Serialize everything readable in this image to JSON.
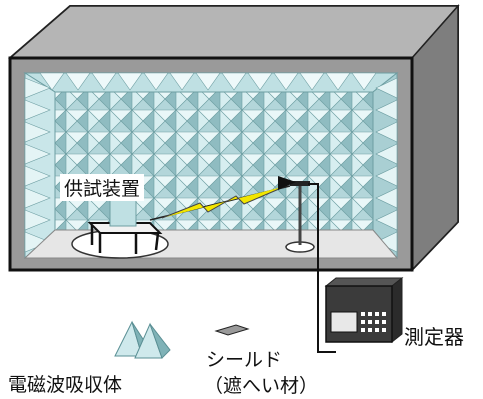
{
  "labels": {
    "eut": "供試装置",
    "instrument": "測定器",
    "absorber": "電磁波吸収体",
    "shield_line1": "シールド",
    "shield_line2": "（遮へい材）"
  },
  "colors": {
    "shield_gray": "#9a9a9a",
    "shield_dark": "#4a4a4a",
    "absorber_light": "#d8f0f2",
    "absorber_dark": "#5a8f94",
    "floor": "#e6e6e6",
    "cable_yellow": "#f2e600",
    "instrument_body": "#3b3b3b"
  }
}
